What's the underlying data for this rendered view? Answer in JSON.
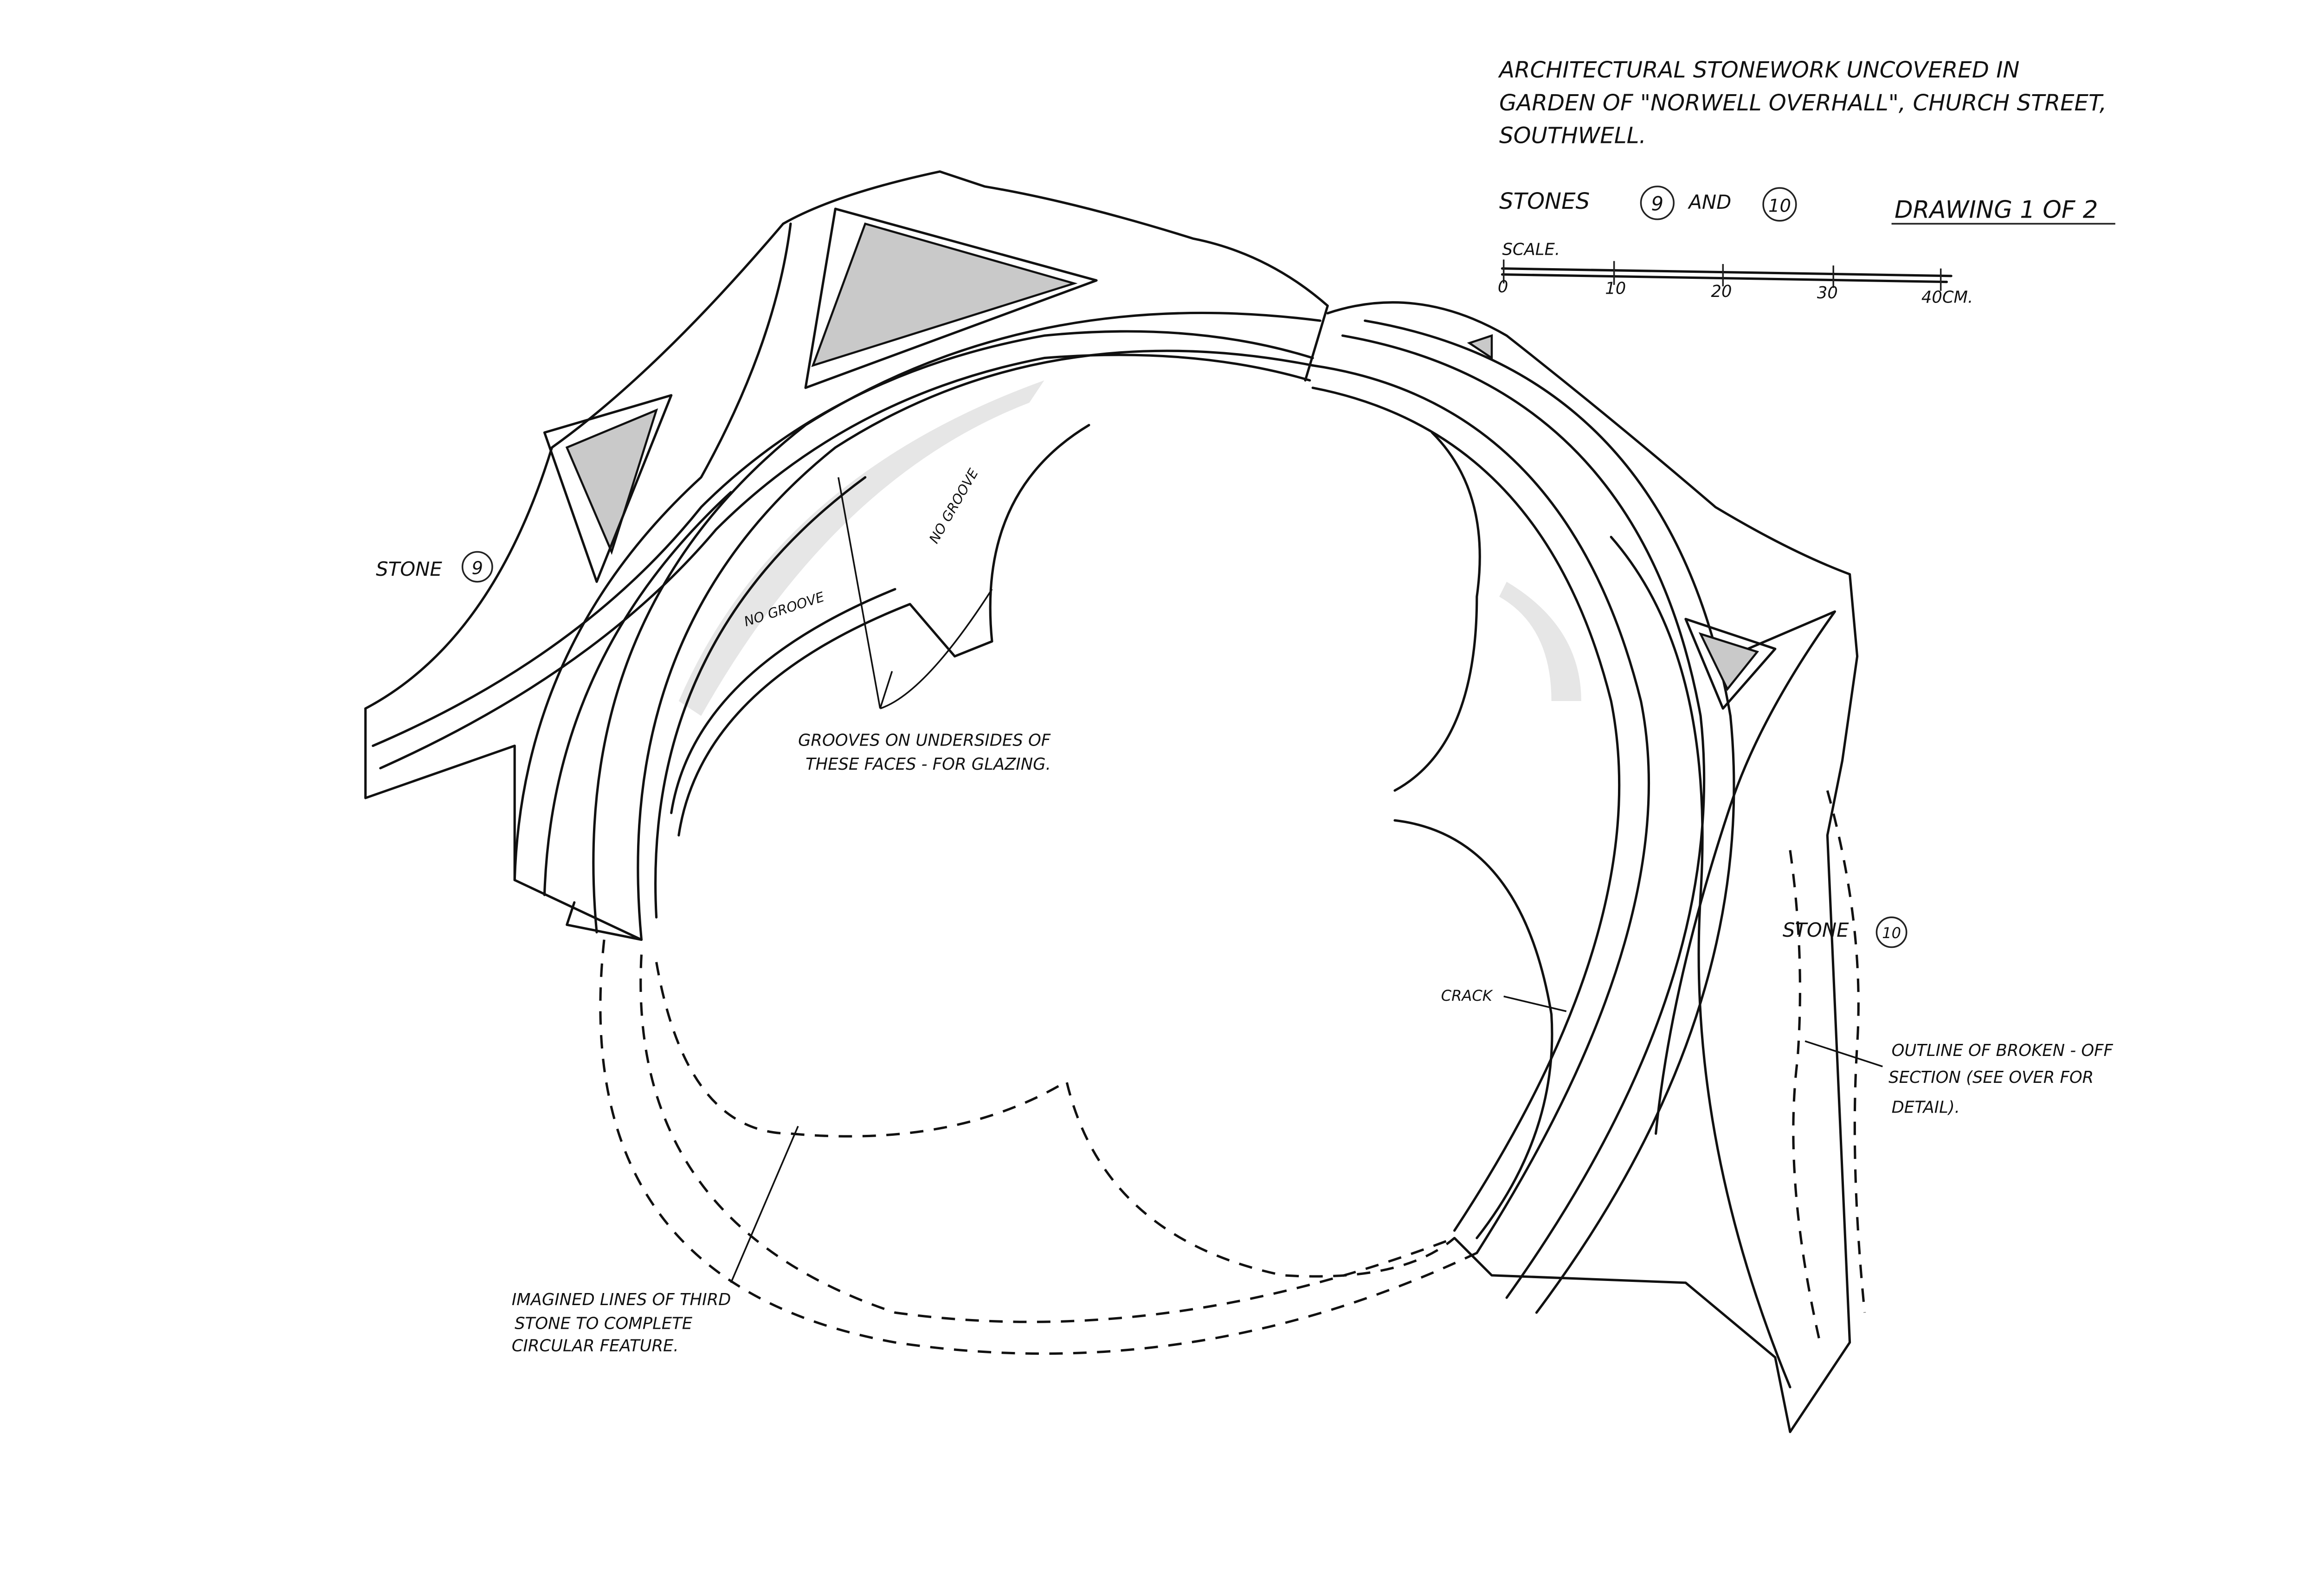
{
  "title": {
    "line1": "ARCHITECTURAL STONEWORK UNCOVERED IN",
    "line2": "GARDEN OF \"NORWELL OVERHALL\", CHURCH STREET,",
    "line3": "SOUTHWELL."
  },
  "subtitle": {
    "stones_prefix": "STONES",
    "stone_a": "9",
    "and": "AND",
    "stone_b": "10",
    "drawing": "DRAWING 1 OF 2"
  },
  "scale": {
    "label": "SCALE.",
    "ticks": [
      "0",
      "10",
      "20",
      "30",
      "40CM."
    ]
  },
  "labels": {
    "stone9_text": "STONE",
    "stone9_num": "9",
    "stone10_text": "STONE",
    "stone10_num": "10",
    "no_groove_1": "NO GROOVE",
    "no_groove_2": "NO GROOVE",
    "grooves_line1": "GROOVES ON UNDERSIDES OF",
    "grooves_line2": "THESE FACES - FOR GLAZING.",
    "crack": "CRACK",
    "outline_line1": "OUTLINE OF BROKEN - OFF",
    "outline_line2": "SECTION (SEE OVER FOR",
    "outline_line3": "DETAIL).",
    "imagined_line1": "IMAGINED LINES OF THIRD",
    "imagined_line2": "STONE TO COMPLETE",
    "imagined_line3": "CIRCULAR FEATURE."
  }
}
